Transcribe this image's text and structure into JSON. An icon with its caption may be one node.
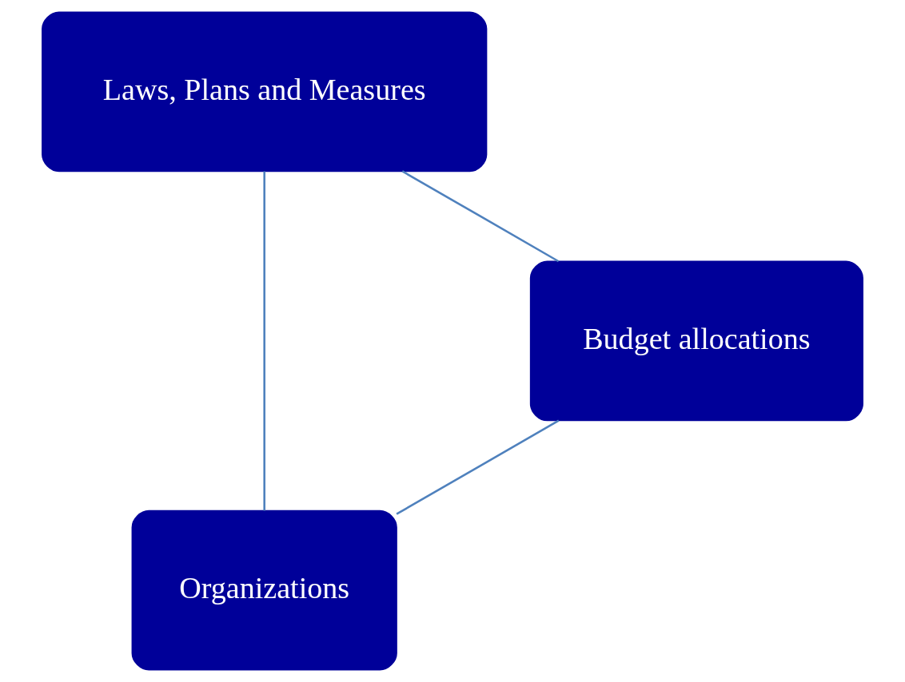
{
  "diagram": {
    "nodes": [
      {
        "text": [
          "Organizations"
        ]
      },
      {
        "text": [
          "Laws, Plans and Measures"
        ]
      },
      {
        "text": [
          "Budget allocations"
        ]
      }
    ],
    "edges": [
      {
        "from": 0,
        "to": 1,
        "arrow": "none"
      },
      {
        "from": 1,
        "to": 2,
        "arrow": "none"
      },
      {
        "from": 2,
        "to": 0,
        "arrow": "none"
      }
    ]
  }
}
